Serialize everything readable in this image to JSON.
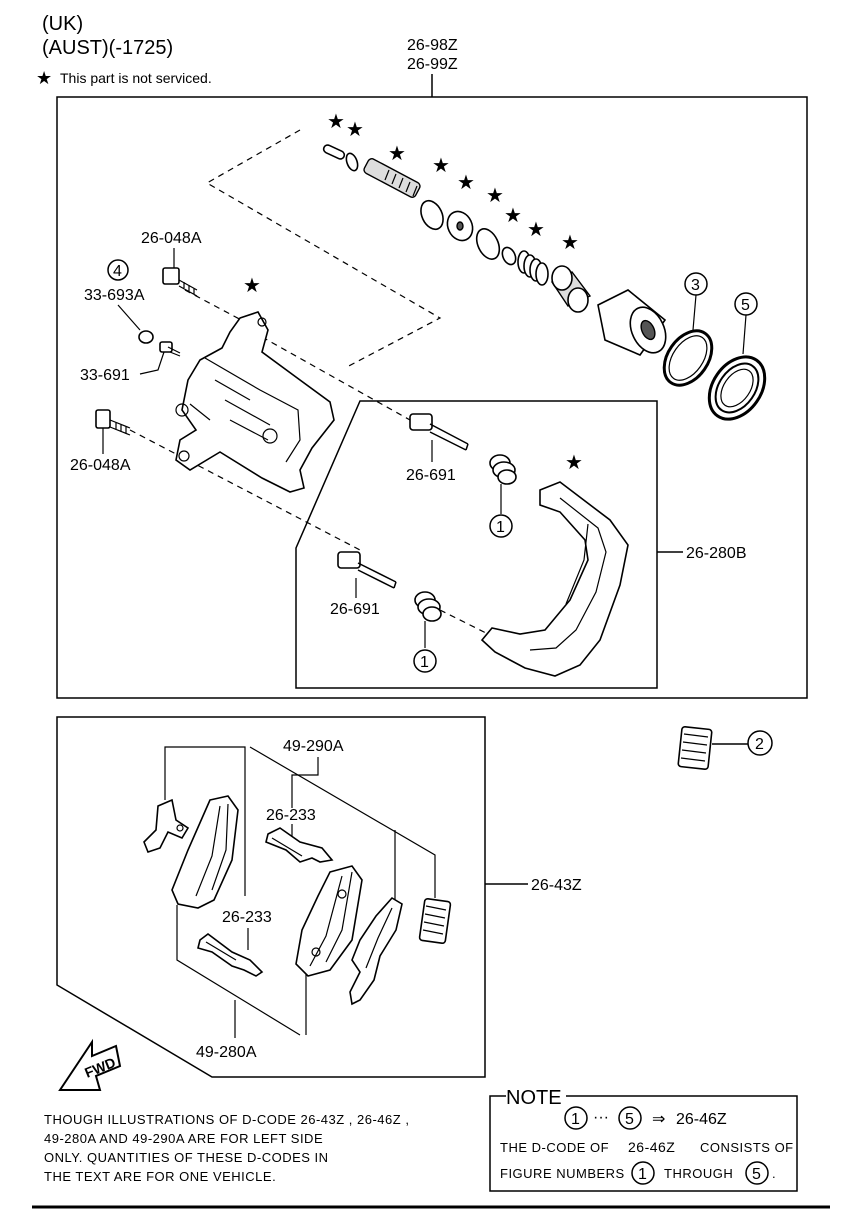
{
  "header": {
    "line1": "(UK)",
    "line2": "(AUST)(-1725)",
    "legend_symbol": "★",
    "legend_text": "This part is not serviced."
  },
  "labels": {
    "caliper_assy_1": "26-98Z",
    "caliper_assy_2": "26-99Z",
    "bolt_top": "26-048A",
    "bleeder_cap_circle": "4",
    "bleeder_cap": "33-693A",
    "bleeder_screw": "33-691",
    "bolt_bottom": "26-048A",
    "guide_pin_top": "26-691",
    "guide_pin_bottom": "26-691",
    "boot_circle_top": "1",
    "boot_circle_bottom": "1",
    "mounting_bracket": "26-280B",
    "piston_seal_circle": "3",
    "dust_boot_circle": "5",
    "grease_circle": "2",
    "pad_set_outer": "49-290A",
    "shim_top": "26-233",
    "shim_bottom": "26-233",
    "pad_kit": "26-43Z",
    "pad_set_inner": "49-280A",
    "fwd": "FWD",
    "star": "★"
  },
  "footnote": {
    "line1": "THOUGH ILLUSTRATIONS OF D-CODE 26-43Z , 26-46Z ,",
    "line2": "49-280A AND 49-290A ARE FOR LEFT SIDE",
    "line3": "ONLY. QUANTITIES OF THESE D-CODES IN",
    "line4": "THE TEXT ARE FOR ONE VEHICLE."
  },
  "note_box": {
    "title": "NOTE",
    "circle_from": "1",
    "ellipsis": "···",
    "circle_to": "5",
    "arrow": "⇒",
    "code": "26-46Z",
    "line2_a": "THE D-CODE OF",
    "line2_b": "26-46Z",
    "line2_c": "CONSISTS OF",
    "line3_a": "FIGURE NUMBERS",
    "line3_circle1": "1",
    "line3_b": "THROUGH",
    "line3_circle2": "5",
    "line3_end": "."
  }
}
